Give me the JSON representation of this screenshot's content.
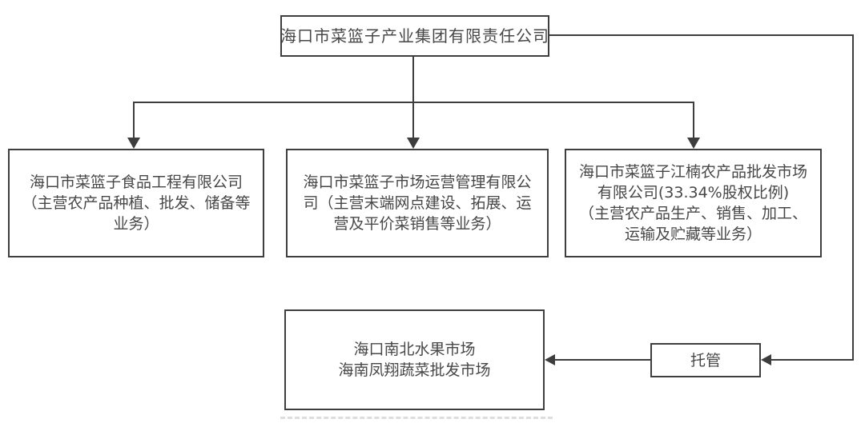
{
  "diagram": {
    "colors": {
      "line": "#3d3d3d",
      "border": "#3f3f3f",
      "text": "#474747"
    },
    "root": {
      "name": "海口市菜篮子产业集团有限责任公司"
    },
    "subsidiaries": [
      {
        "lines": [
          "海口市菜篮子食品工程有限公司",
          "（主营农产品种植、批发、储备等",
          "业务）"
        ]
      },
      {
        "lines": [
          "海口市菜篮子市场运营管理有限公",
          "司（主营末端网点建设、拓展、运",
          "营及平价菜销售等业务）"
        ]
      },
      {
        "lines": [
          "海口市菜篮子江楠农产品批发市场",
          "有限公司(33.34%股权比例)",
          "（主营农产品生产、销售、加工、",
          "运输及贮藏等业务）"
        ]
      }
    ],
    "managed_markets": {
      "lines": [
        "海口南北水果市场",
        "海南凤翔蔬菜批发市场"
      ]
    },
    "trusteeship": {
      "label": "托管"
    }
  }
}
